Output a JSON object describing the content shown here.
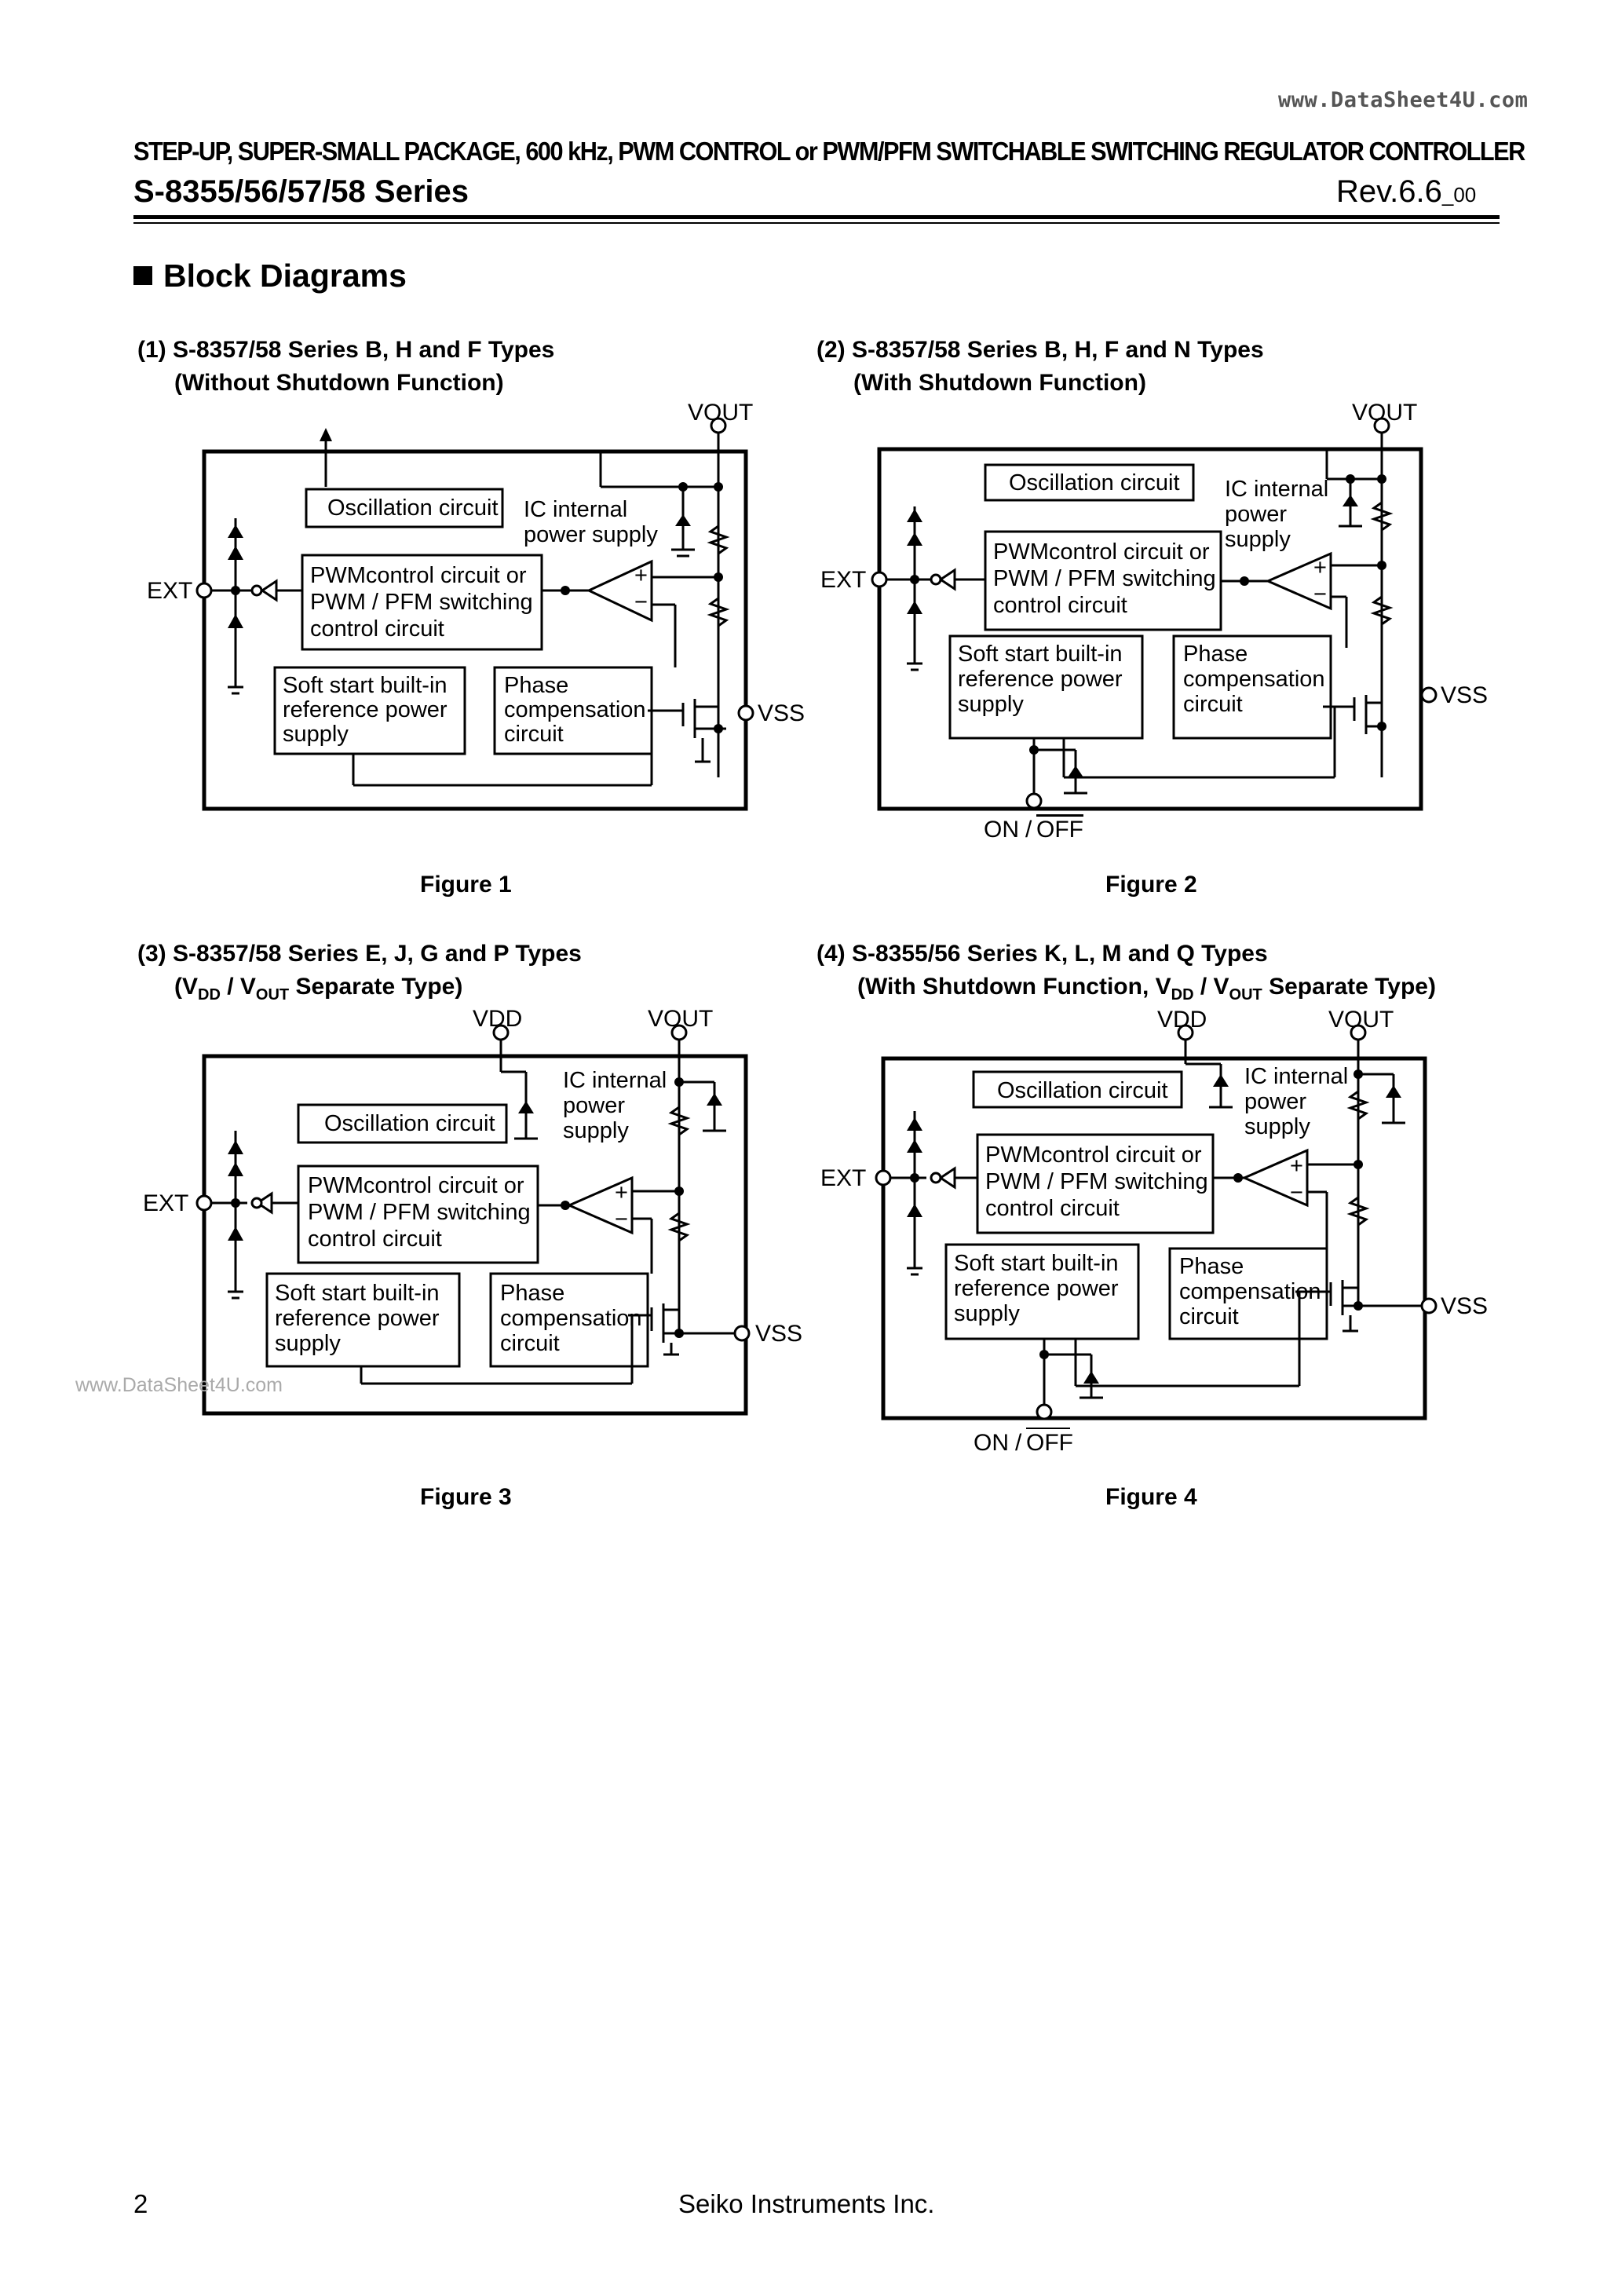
{
  "watermark_top": "www.DataSheet4U.com",
  "watermark_mid": "www.DataSheet4U.com",
  "header": {
    "title": "STEP-UP, SUPER-SMALL PACKAGE, 600 kHz, PWM CONTROL or PWM/PFM SWITCHABLE SWITCHING REGULATOR CONTROLLER",
    "series": "S-8355/56/57/58 Series",
    "rev": "Rev.6.6",
    "rev_suffix": "_00"
  },
  "section_title": "Block Diagrams",
  "diagrams": [
    {
      "caption1": "(1) S-8357/58 Series B, H and F Types",
      "caption2": "(Without Shutdown Function)",
      "figure": "Figure 1"
    },
    {
      "caption1": "(2) S-8357/58 Series B, H, F and N Types",
      "caption2": "(With Shutdown Function)",
      "figure": "Figure 2"
    },
    {
      "caption1": "(3) S-8357/58 Series E, J, G and P Types",
      "caption2_pre": "(V",
      "caption2_sub1": "DD",
      "caption2_mid": " / V",
      "caption2_sub2": "OUT",
      "caption2_post": " Separate Type)",
      "figure": "Figure 3"
    },
    {
      "caption1": "(4) S-8355/56 Series K, L, M and Q Types",
      "caption2_pre": "(With Shutdown Function, V",
      "caption2_sub1": "DD",
      "caption2_mid": " / V",
      "caption2_sub2": "OUT",
      "caption2_post": " Separate Type)",
      "figure": "Figure 4"
    }
  ],
  "labels": {
    "vout": "VOUT",
    "vdd": "VDD",
    "vss": "VSS",
    "ext": "EXT",
    "on": "ON",
    "off": "OFF",
    "slash": "/",
    "osc": "Oscillation circuit",
    "ic_internal_power_supply": "IC internal power supply",
    "ic": "IC internal",
    "power": "power",
    "supply": "supply",
    "power_supply": "power supply",
    "pwm1": "PWMcontrol circuit or",
    "pwm2": "PWM / PFM switching",
    "pwm3": "control circuit",
    "soft1": "Soft start built-in",
    "soft2": "reference power",
    "soft3": "supply",
    "phase1": "Phase",
    "phase2": "compensation",
    "phase3": "circuit",
    "plus": "+",
    "minus": "−"
  },
  "footer": {
    "page": "2",
    "company": "Seiko Instruments Inc."
  }
}
